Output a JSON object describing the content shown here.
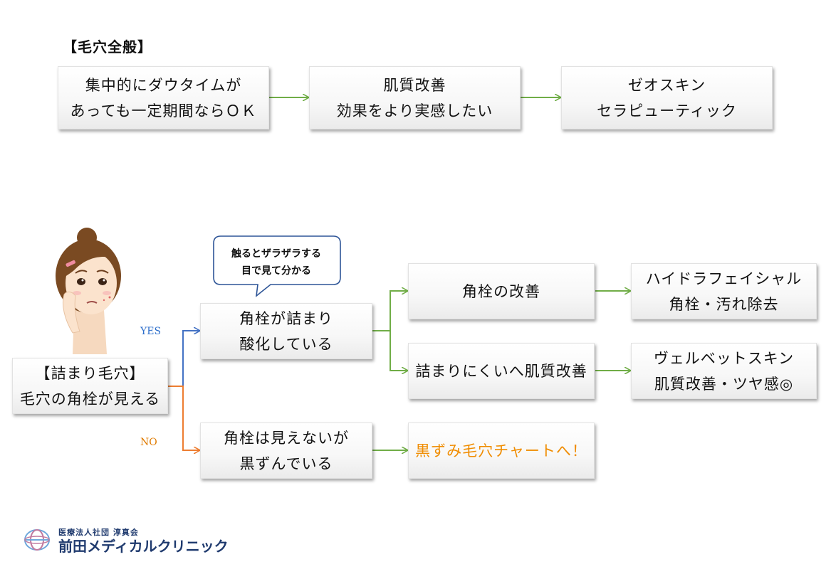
{
  "general": {
    "title": "【毛穴全般】",
    "box1": [
      "集中的にダウタイムが",
      "あっても一定期間ならＯＫ"
    ],
    "box2": [
      "肌質改善",
      "効果をより実感したい"
    ],
    "box3": [
      "ゼオスキン",
      "セラピューティック"
    ]
  },
  "clogged": {
    "start": [
      "【詰まり毛穴】",
      "毛穴の角栓が見える"
    ],
    "yes_label": "YES",
    "no_label": "NO",
    "bubble": [
      "触るとザラザラする",
      "目で見て分かる"
    ],
    "yes_box": [
      "角栓が詰まり",
      "酸化している"
    ],
    "no_box": [
      "角栓は見えないが",
      "黒ずんでいる"
    ],
    "option1": "角栓の改善",
    "option2": "詰まりにくいへ肌質改善",
    "result1": [
      "ハイドラフェイシャル",
      "角栓・汚れ除去"
    ],
    "result2": [
      "ヴェルベットスキン",
      "肌質改善・ツヤ感◎"
    ],
    "no_result": "黒ずみ毛穴チャートへ！"
  },
  "logo": {
    "sub": "医療法人社団 淳真会",
    "main": "前田メディカルクリニック"
  },
  "colors": {
    "arrow_green": "#70ad47",
    "arrow_blue": "#4472c4",
    "arrow_orange": "#ed7d31",
    "highlight_orange": "#f08c00",
    "logo_navy": "#1f3a6e"
  }
}
